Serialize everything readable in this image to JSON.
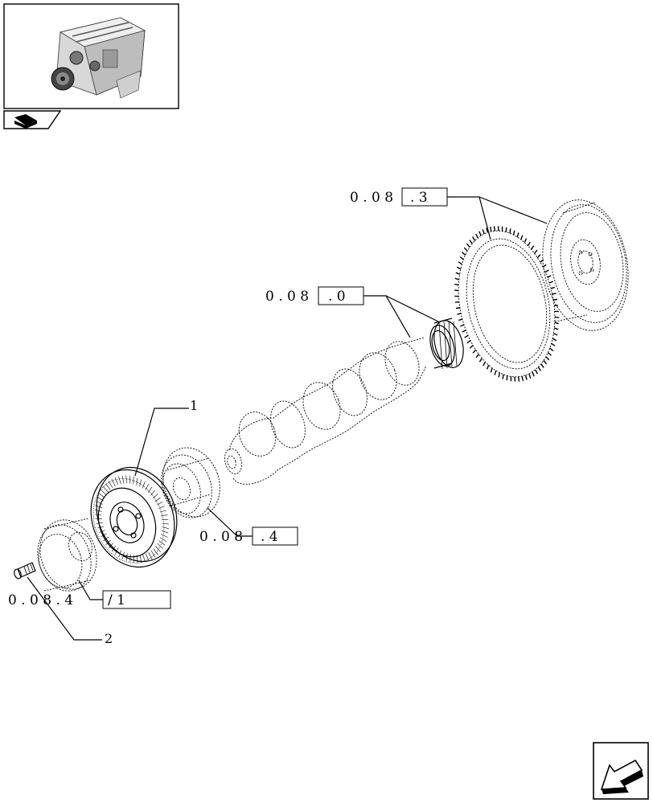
{
  "callouts": [
    {
      "id": "ref-0083",
      "prefix": "0 . 0 8",
      "box": ". 3"
    },
    {
      "id": "ref-0080",
      "prefix": "0 . 0 8",
      "box": ". 0"
    },
    {
      "id": "ref-0084",
      "prefix": "0 . 0 8",
      "box": ". 4"
    },
    {
      "id": "ref-00841",
      "prefix": "0 . 0 8 . 4",
      "box": "/ 1"
    }
  ],
  "part_numbers": {
    "damper": "1",
    "screw": "2"
  },
  "icons": {
    "thumbnail": "engine-thumbnail",
    "tab": "book-stack-icon",
    "nav": "next-page-arrow-icon"
  }
}
